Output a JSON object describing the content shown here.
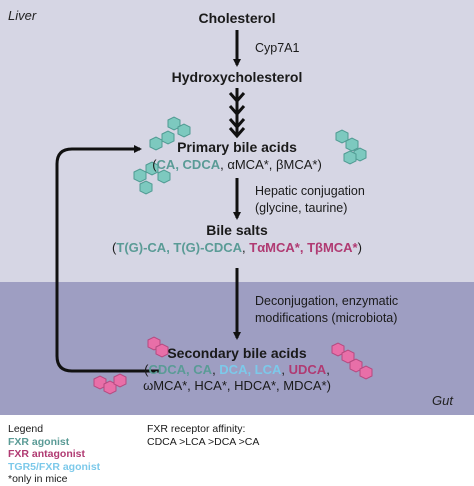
{
  "regions": {
    "liver_label": "Liver",
    "gut_label": "Gut"
  },
  "colors": {
    "liver_bg": "#d6d6e4",
    "gut_bg": "#9e9ec2",
    "fxr_agonist": "#5a9b96",
    "fxr_antagonist": "#b03a72",
    "tgr5_agonist": "#7cc9ea",
    "agonist_molecule": "#7dc9bf",
    "antagonist_molecule": "#e86fa8"
  },
  "nodes": {
    "cholesterol": "Cholesterol",
    "hydroxycholesterol": "Hydroxycholesterol",
    "primary": {
      "title": "Primary bile acids",
      "open": "(",
      "ca": "CA, CDCA",
      "rest": ", αMCA*, βMCA*)"
    },
    "salts": {
      "title": "Bile salts",
      "open": "(",
      "tg": "T(G)-CA, T(G)-CDCA",
      "sep": ", ",
      "tmca": "TαMCA*, TβMCA*",
      "close": ")"
    },
    "secondary": {
      "title": "Secondary bile acids",
      "open": "(",
      "cdca_ca": "CDCA, CA",
      "sep1": ", ",
      "dca_lca": "DCA, LCA",
      "sep2": ", ",
      "udca": "UDCA",
      "sep3": ",",
      "line2": "ωMCA*, HCA*, HDCA*, MDCA*)"
    }
  },
  "steps": {
    "cyp": "Cyp7A1",
    "conjugation_1": "Hepatic conjugation",
    "conjugation_2": "(glycine, taurine)",
    "deconj_1": "Deconjugation, enzymatic",
    "deconj_2": "modifications (microbiota)"
  },
  "legend": {
    "title": "Legend",
    "fxr_agonist": "FXR agonist",
    "fxr_antagonist": "FXR antagonist",
    "tgr5_agonist": "TGR5/FXR agonist",
    "mice_note": "*only in mice"
  },
  "affinity": {
    "title": "FXR receptor affinity:",
    "order": "CDCA >LCA >DCA >CA"
  }
}
